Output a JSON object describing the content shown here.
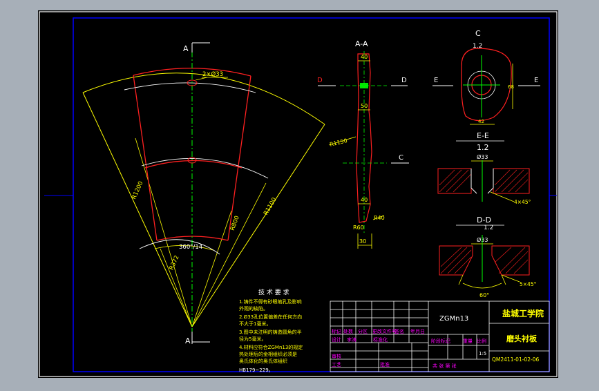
{
  "colors": {
    "background": "#a7afb8",
    "canvas": "#000000",
    "frame": "#ffffff",
    "border": "#0000ff",
    "outline_red": "#ff0000",
    "dim_yellow": "#ffff00",
    "center_green": "#00ff00",
    "section_red": "#ff2020",
    "title_magenta": "#ff00ff",
    "cyan": "#00ffff"
  },
  "drawing": {
    "section_marks": {
      "a_top": "A",
      "a_bottom": "A",
      "c": "C",
      "d_left": "D",
      "d_right": "D",
      "e_left": "E",
      "e_right": "E"
    },
    "fan": {
      "hole_note": "2×Ø33",
      "angle": "360°/14",
      "r_outer": "R1200",
      "r_inner": "R372",
      "r_mid": "R800",
      "r_right": "R1100"
    },
    "section_aa": {
      "title": "A-A",
      "dim_top": "40",
      "dim_mid": "50",
      "dim_low": "40",
      "r_1150": "R1150",
      "r_60": "R60",
      "r_40": "R40",
      "dim_bottom": "30"
    },
    "view_c": {
      "title": "C",
      "dim_top": "1.2",
      "dim_side": "68",
      "dim_bottom": "42"
    },
    "section_ee": {
      "title": "E-E",
      "dim_top": "1.2",
      "dia": "Ø33",
      "chamfer": "4×45°"
    },
    "section_dd": {
      "title": "D-D",
      "dim_top": "1.2",
      "dia": "Ø33",
      "angle": "60°",
      "chamfer": "5×45°"
    }
  },
  "tech_notes": {
    "title": "技 术 要 求",
    "lines": [
      "1.铸件不得有砂眼缩孔及影响",
      "  外观的缺陷。",
      "2.Ø33孔位置偏差在任何方向",
      "  不大于1毫米。",
      "3.图中未注明的铸造圆角的半",
      "  径为5毫米。",
      "4.材料应符合ZGMn13的规定",
      "  热处理后的金相组织必须是",
      "  奥氏体化的奥氏体组织",
      "HB179~229。"
    ]
  },
  "title_block": {
    "material": "ZGMn13",
    "school": "盐城工学院",
    "part_name": "磨头衬板",
    "drawing_no": "QM2411-01-02-06",
    "row_labels": [
      "标记",
      "处数",
      "分区",
      "更改文件号",
      "签名",
      "年月日"
    ],
    "designer_label": "设计",
    "designer": "李涛",
    "standard_label": "标准化",
    "check_label": "审核",
    "process_label": "工艺",
    "approve_label": "批准",
    "stage_label": "阶段标记",
    "weight_label": "重量",
    "scale_label": "比例",
    "scale": "1:5",
    "sheets": "共   张  第   张"
  }
}
